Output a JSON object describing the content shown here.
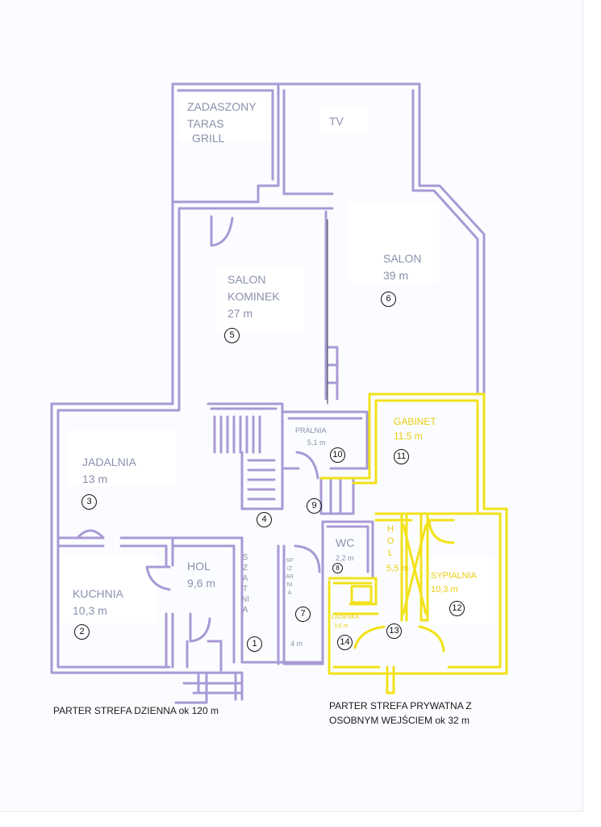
{
  "colors": {
    "day_zone_walls": "#a89ad6",
    "private_zone_walls": "#f2e219",
    "labels": "#8a92ad",
    "private_labels": "#e8cd10",
    "numbers": "#111111"
  },
  "rooms": {
    "terrace": {
      "line1": "ZADASZONY",
      "line2": "TARAS",
      "line3": "GRILL"
    },
    "tv": "TV",
    "salon_fireplace": {
      "name1": "SALON",
      "name2": "KOMINEK",
      "area": "27 m",
      "num": "5"
    },
    "salon": {
      "name": "SALON",
      "area": "39 m",
      "num": "6"
    },
    "dining": {
      "name": "JADALNIA",
      "area": "13 m",
      "num": "3"
    },
    "kitchen": {
      "name": "KUCHNIA",
      "area": "10,3 m",
      "num": "2"
    },
    "hall": {
      "name": "HOL",
      "area": "9,6 m"
    },
    "wardrobe": {
      "name": "SZATNIA",
      "num": "1"
    },
    "pantry": {
      "name": "SPIŻARNIA",
      "area": "4 m",
      "num": "7"
    },
    "stairs_num": "4",
    "laundry": {
      "name": "PRALNIA",
      "area": "5,1 m",
      "num": "10"
    },
    "storage_num": "9",
    "wc": {
      "name": "WC",
      "area": "2,2 m",
      "num": "8"
    },
    "office": {
      "name": "GABINET",
      "area": "11,5 m",
      "num": "11"
    },
    "private_hall": {
      "name": "HOL",
      "area": "5,5 m",
      "num": "13"
    },
    "bedroom": {
      "name": "SYPIALNIA",
      "area": "10,3 m",
      "num": "12"
    },
    "bathroom": {
      "name": "ŁAZIENKA",
      "area": "3,6 m",
      "num": "14"
    }
  },
  "captions": {
    "day_zone": "PARTER STREFA DZIENNA ok 120 m",
    "private_zone_line1": "PARTER STREFA PRYWATNA Z",
    "private_zone_line2": "OSOBNYM WEJŚCIEM ok 32 m"
  }
}
